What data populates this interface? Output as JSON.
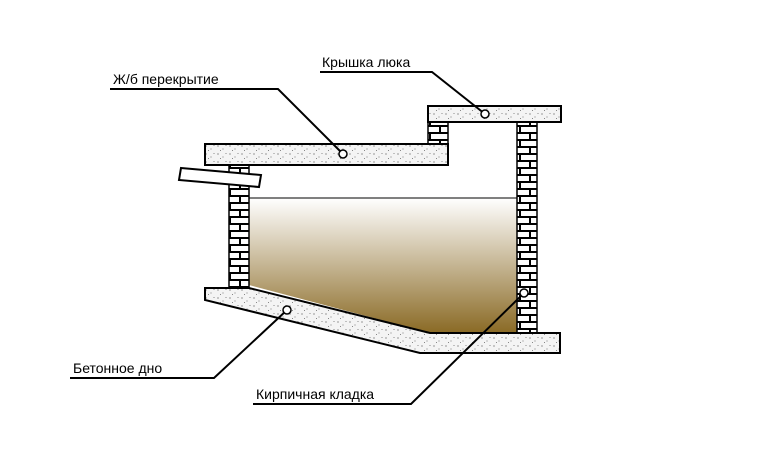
{
  "labels": {
    "slab": "Ж/б перекрытие",
    "hatch_cover": "Крышка люка",
    "concrete_bottom": "Бетонное дно",
    "brickwork": "Кирпичная кладка"
  },
  "colors": {
    "outline": "#000000",
    "concrete_fill": "#f4f4f4",
    "concrete_speckle": "#555555",
    "brick_fill": "#ffffff",
    "liquid_top": "#ffffff",
    "liquid_bottom": "#8a6a25"
  }
}
